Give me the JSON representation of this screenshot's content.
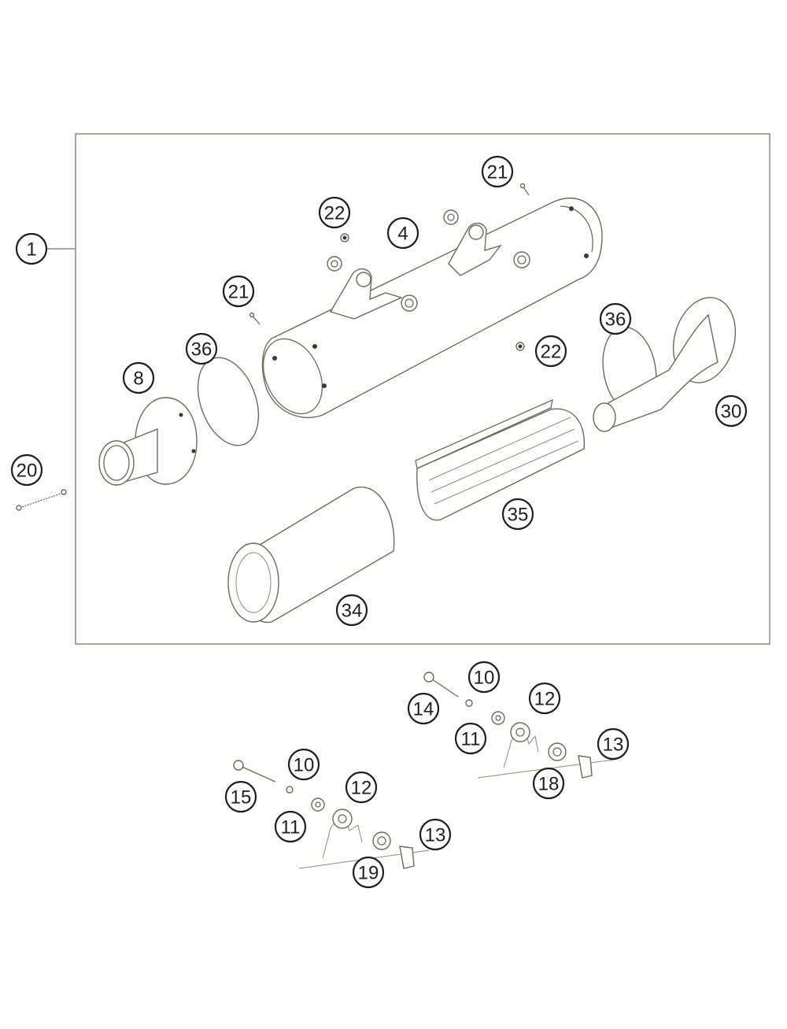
{
  "callouts": {
    "c1": "1",
    "c4": "4",
    "c8": "8",
    "c10a": "10",
    "c10b": "10",
    "c11a": "11",
    "c11b": "11",
    "c12a": "12",
    "c12b": "12",
    "c13a": "13",
    "c13b": "13",
    "c14": "14",
    "c15": "15",
    "c18": "18",
    "c19": "19",
    "c20": "20",
    "c21a": "21",
    "c21b": "21",
    "c22a": "22",
    "c22b": "22",
    "c30": "30",
    "c34": "34",
    "c35": "35",
    "c36a": "36",
    "c36b": "36"
  }
}
